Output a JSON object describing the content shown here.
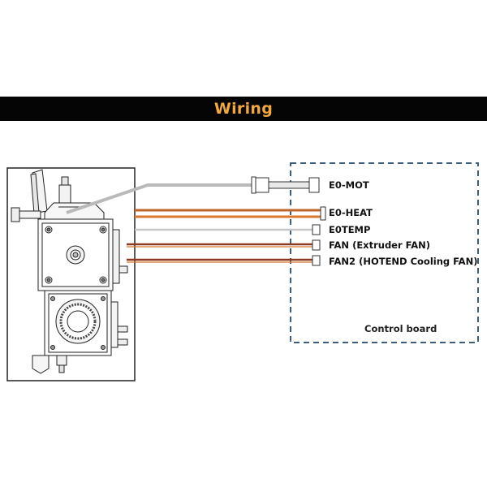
{
  "header": {
    "title": "Wiring"
  },
  "colors": {
    "header_bg": "#050505",
    "header_text": "#f2a83a",
    "wire_orange": "#d9782e",
    "wire_dark_orange": "#c1662a",
    "wire_red": "#b0401e",
    "wire_brown": "#6b2a1a",
    "wire_gray": "#b9b9b9",
    "board_border": "#3b5f7d"
  },
  "connectors": [
    {
      "id": "e0-mot",
      "label": "E0-MOT"
    },
    {
      "id": "e0-heat",
      "label": "E0-HEAT"
    },
    {
      "id": "e0temp",
      "label": "E0TEMP"
    },
    {
      "id": "fan",
      "label": "FAN (Extruder FAN)"
    },
    {
      "id": "fan2",
      "label": "FAN2 (HOTEND Cooling FAN)"
    }
  ],
  "board": {
    "label": "Control board"
  }
}
